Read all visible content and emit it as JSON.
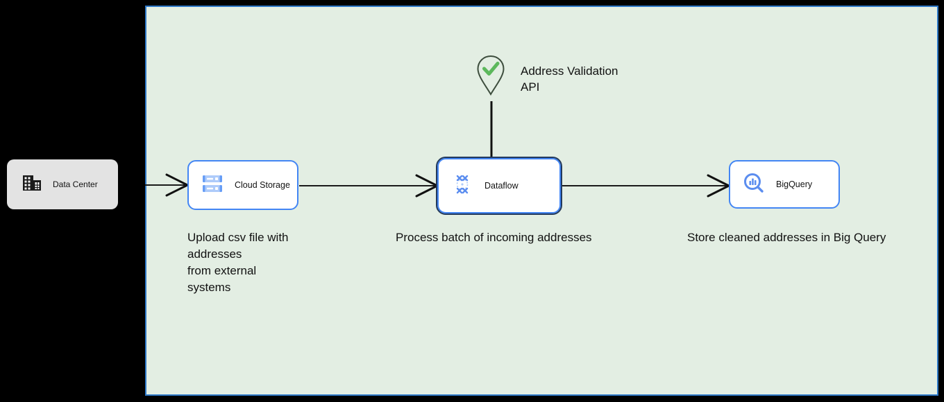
{
  "canvas": {
    "background_color": "#e3eee3",
    "border_color": "#2e78c7"
  },
  "nodes": [
    {
      "id": "data-center",
      "label": "Data Center",
      "icon": "building-icon",
      "style": "grey-rounded",
      "selected": false
    },
    {
      "id": "cloud-storage",
      "label": "Cloud Storage",
      "icon": "cloud-storage-icon",
      "style": "white-blue-rounded",
      "selected": false
    },
    {
      "id": "dataflow",
      "label": "Dataflow",
      "icon": "dataflow-icon",
      "style": "white-blue-rounded",
      "selected": true
    },
    {
      "id": "bigquery",
      "label": "BigQuery",
      "icon": "bigquery-icon",
      "style": "white-blue-rounded",
      "selected": false
    }
  ],
  "external_service": {
    "id": "address-validation-api",
    "label": "Address Validation\nAPI",
    "icon": "location-pin-check-icon",
    "pin_stroke_color": "#3d4d3d",
    "check_color": "#5cb85c"
  },
  "captions": {
    "upload": "Upload csv file with\naddresses\nfrom external\nsystems",
    "process": "Process batch of incoming addresses",
    "store": "Store cleaned addresses in Big Query"
  },
  "connectors": [
    {
      "id": "data-center-to-cloud-storage",
      "from": "data-center",
      "to": "cloud-storage",
      "arrow": "open",
      "direction": "right"
    },
    {
      "id": "cloud-storage-to-dataflow",
      "from": "cloud-storage",
      "to": "dataflow",
      "arrow": "open",
      "direction": "right"
    },
    {
      "id": "dataflow-to-bigquery",
      "from": "dataflow",
      "to": "bigquery",
      "arrow": "open",
      "direction": "right"
    },
    {
      "id": "api-to-dataflow",
      "from": "address-validation-api",
      "to": "dataflow",
      "arrow": "none",
      "direction": "down"
    }
  ],
  "colors": {
    "gcp_blue": "#4285f4",
    "icon_blue_light": "#a3c4f7",
    "selection_navy": "#23395b",
    "text": "#111111"
  }
}
